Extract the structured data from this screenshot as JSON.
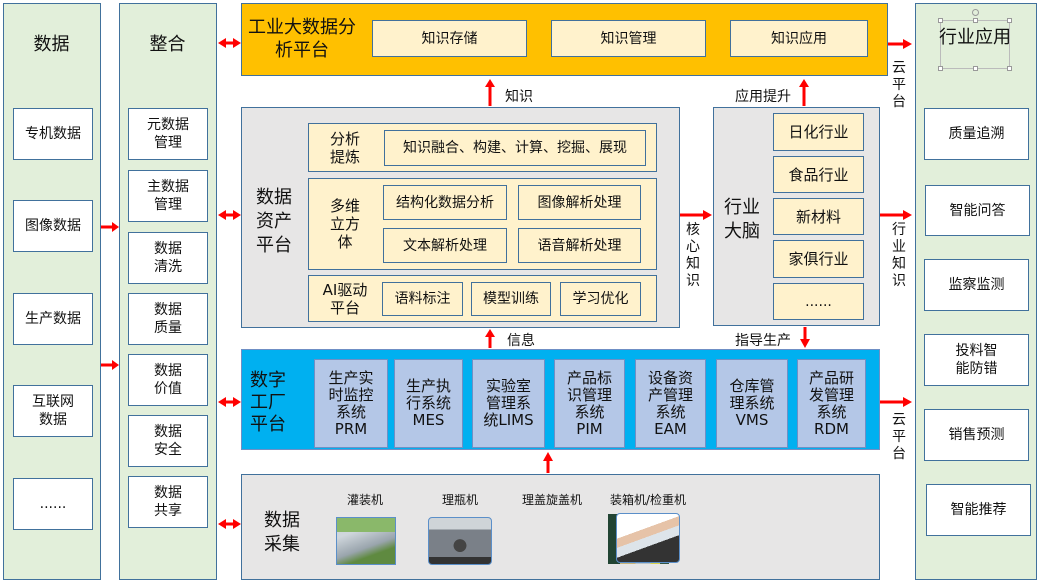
{
  "data_col": {
    "title": "数据",
    "items": [
      "专机数据",
      "图像数据",
      "生产数据",
      "互联网数据",
      "......"
    ]
  },
  "integration_col": {
    "title": "整合",
    "items": [
      "元数据管理",
      "主数据管理",
      "数据清洗",
      "数据质量",
      "数据价值",
      "数据安全",
      "数据共享"
    ]
  },
  "analysis_platform": {
    "title": "工业大数据分析平台",
    "items": [
      "知识存储",
      "知识管理",
      "知识应用"
    ]
  },
  "asset_platform": {
    "title": "数据资产平台",
    "rows": [
      {
        "label": "分析提炼",
        "items": [
          "知识融合、构建、计算、挖掘、展现"
        ]
      },
      {
        "label": "多维立方体",
        "items": [
          "结构化数据分析",
          "图像解析处理",
          "文本解析处理",
          "语音解析处理"
        ]
      },
      {
        "label": "AI驱动平台",
        "items": [
          "语料标注",
          "模型训练",
          "学习优化"
        ]
      }
    ]
  },
  "industry_brain": {
    "title": "行业大脑",
    "items": [
      "日化行业",
      "食品行业",
      "新材料",
      "家俱行业",
      "......"
    ]
  },
  "industry_app": {
    "title": "行业应用",
    "items": [
      "质量追溯",
      "智能问答",
      "监察监测",
      "投料智能防错",
      "销售预测",
      "智能推荐"
    ]
  },
  "digital_factory": {
    "title": "数字工厂平台",
    "modules": [
      "生产实时监控系统PRM",
      "生产执行系统MES",
      "实验室管理系统LIMS",
      "产品标识管理系统PIM",
      "设备资产管理系统EAM",
      "仓库管理系统VMS",
      "产品研发管理系统RDM"
    ]
  },
  "data_acquisition": {
    "title": "数据采集",
    "machines": [
      "灌装机",
      "理瓶机",
      "理盖旋盖机",
      "装箱机/检重机"
    ]
  },
  "flow_labels": {
    "knowledge": "知识",
    "app_upgrade": "应用提升",
    "core_knowledge": "核心知识",
    "industry_knowledge": "行业知识",
    "cloud_top": "云平台",
    "cloud_bottom": "云平台",
    "info": "信息",
    "guide_production": "指导生产"
  },
  "colors": {
    "arrow": "#ff0000",
    "orange": "#ffc000",
    "blue": "#00b0f0",
    "module": "#b4c7e7",
    "yellow": "#fff2cc",
    "green": "#e2efda"
  }
}
